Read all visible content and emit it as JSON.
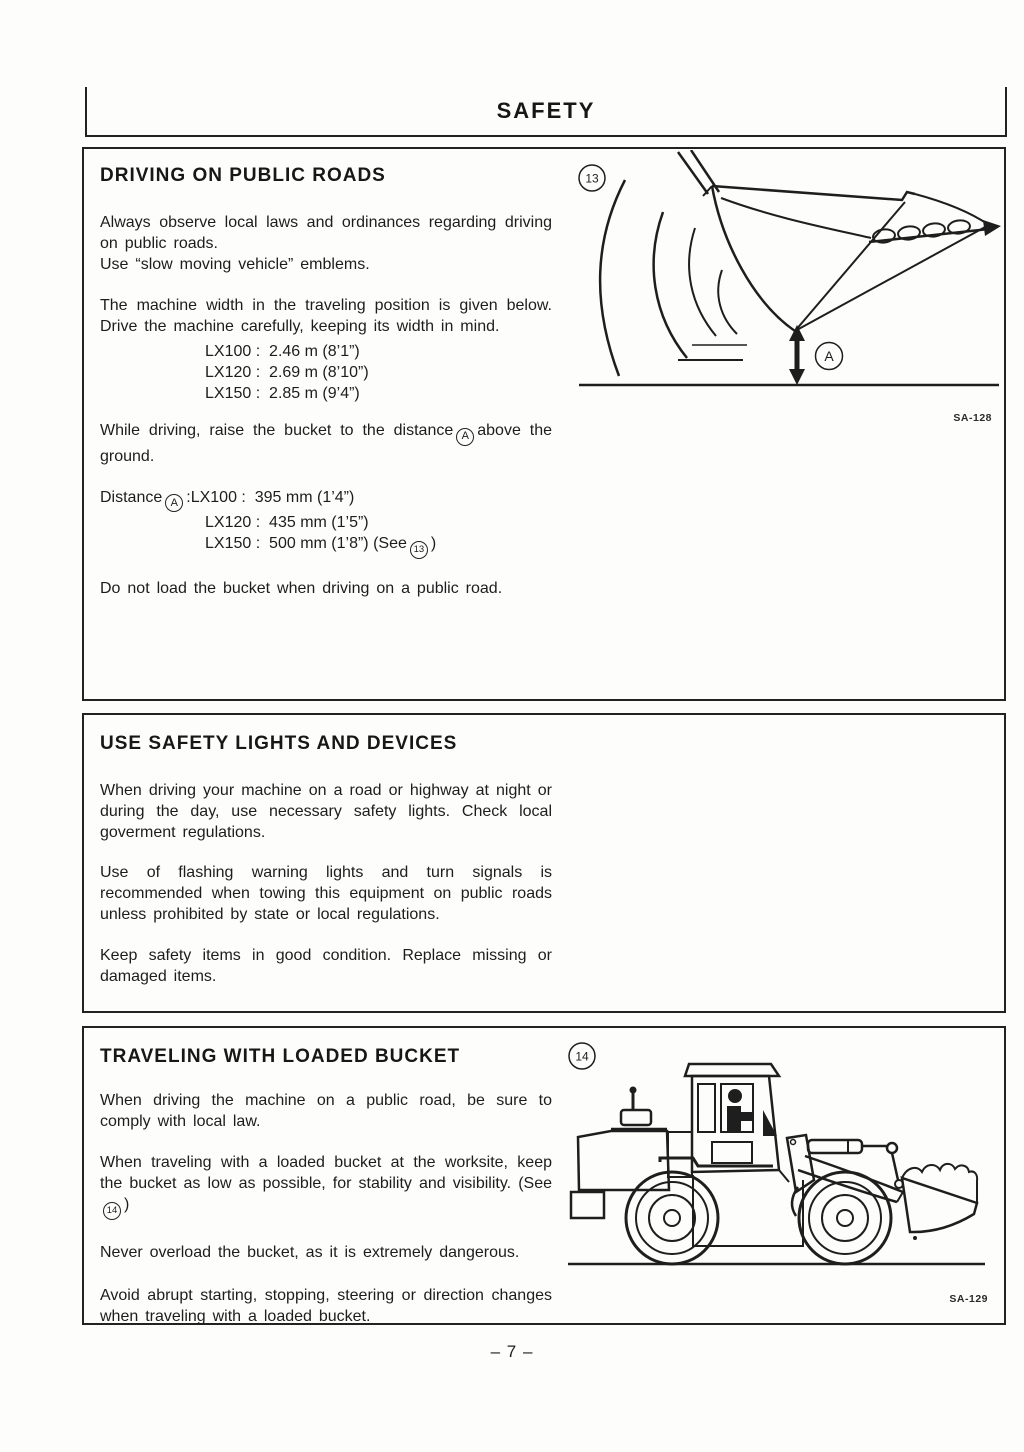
{
  "page": {
    "header_title": "SAFETY",
    "page_number": "– 7 –"
  },
  "sections": {
    "driving": {
      "title": "DRIVING ON PUBLIC ROADS",
      "p1a": "Always observe local laws and ordinances regarding driving on public roads.",
      "p1b": "Use “slow moving vehicle” emblems.",
      "p2": "The machine width in the traveling position is given below. Drive the machine carefully, keeping its width in mind.",
      "widths": [
        "LX100 :  2.46 m (8’1”)",
        "LX120 :  2.69 m (8’10”)",
        "LX150 :  2.85 m (9’4”)"
      ],
      "p3_pre": "While driving, raise the bucket to the distance",
      "p3_marker": "A",
      "p3_post": "above the ground.",
      "dist_label": "Distance",
      "dist_marker": "A",
      "dist_rest": ":LX100 :  395 mm (1’4”)",
      "dist_line2": "LX120 :  435 mm (1’5”)",
      "dist_line3_pre": "LX150 :  500 mm (1’8”) (See",
      "dist_line3_marker": "13",
      "dist_line3_post": ")",
      "p4": "Do not load the bucket when driving on a public road.",
      "figure": {
        "number": "13",
        "distance_label": "A",
        "code": "SA-128"
      }
    },
    "lights": {
      "title": "USE SAFETY LIGHTS AND DEVICES",
      "p1": "When driving your machine on a road or highway at night or during the day, use necessary safety lights. Check local goverment regulations.",
      "p2": "Use of flashing warning lights and turn signals is recommended when towing this equipment on public roads unless prohibited by state or local regulations.",
      "p3": "Keep safety items in good condition. Replace missing or damaged items."
    },
    "traveling": {
      "title": "TRAVELING WITH LOADED BUCKET",
      "p1": "When driving the machine on a public road, be sure to comply with local law.",
      "p2_pre": "When traveling with a loaded bucket at the worksite, keep the bucket as low as possible, for stability and visibility. (See",
      "p2_marker": "14",
      "p2_post": ")",
      "p3": "Never overload the bucket, as it is extremely dangerous.",
      "p4": "Avoid abrupt starting, stopping, steering or direction changes when traveling with a loaded bucket.",
      "figure": {
        "number": "14",
        "code": "SA-129"
      }
    }
  }
}
